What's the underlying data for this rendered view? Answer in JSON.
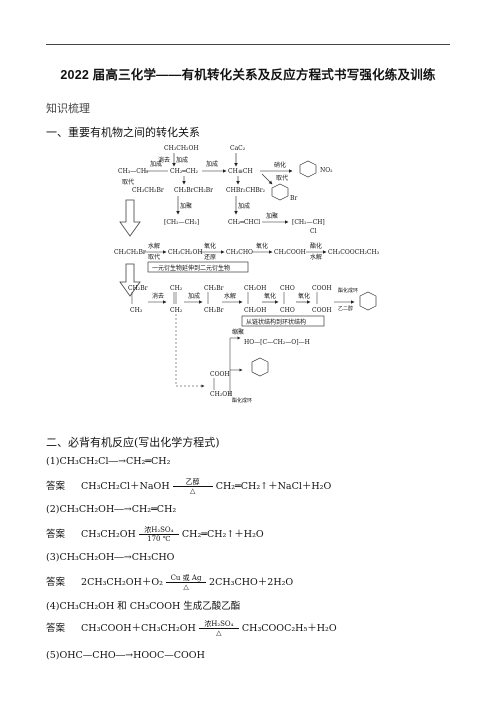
{
  "title": "2022 届高三化学——有机转化关系及反应方程式书写强化练及训练",
  "section_knowledge": "知识梳理",
  "section_one": "一、重要有机物之间的转化关系",
  "section_two": "二、必背有机反应(写出化学方程式)",
  "diagram": {
    "row1": {
      "ch3ch2oh_top": "CH₃CH₂OH",
      "cac2": "CaC₂",
      "ch3ch3": "CH₃—CH₃",
      "ch2ch2": "CH₂═CH₂",
      "chch": "CH≡CH",
      "ch3ch2br": "CH₃CH₂Br",
      "ch2brch2br": "CH₂BrCH₂Br",
      "chbr2chbr2": "CHBr₂CHBr₂",
      "xiaoqu": "消去",
      "jiacheng": "加成",
      "qudai": "取代",
      "nitro": "NO₂",
      "br": "Br"
    },
    "row2": {
      "pe": "[CH₂—CH₂]",
      "ch2chcl": "CH₂═CHCl",
      "jiaju": "加聚",
      "pvc": "[CH₂—CH]",
      "cl": "Cl"
    },
    "row3": {
      "ch3ch2br": "CH₃CH₂Br",
      "ch3ch2oh": "CH₃CH₂OH",
      "ch3cho": "CH₃CHO",
      "ch3cooh": "CH₃COOH",
      "ester": "CH₃COOCH₂CH₃",
      "shuijie": "水解",
      "qudai": "取代",
      "yanghua": "氧化",
      "huanyuan": "还原",
      "zhihua": "酯化",
      "box": "一元衍生物延伸到二元衍生物"
    },
    "row4": {
      "box": "从链状结构到环状结构",
      "zhihua_chenghuan": "酯化成环",
      "eryuanchun": "乙二醇"
    },
    "row5": {
      "cooh": "COOH",
      "ch2oh": "CH₂OH",
      "suoju": "缩聚",
      "zhihua_chenghuan": "酯化成环"
    }
  },
  "reactions": [
    {
      "q": "(1)CH₃CH₂Cl―→CH₂═CH₂",
      "label": "答案",
      "a_left": "CH₃CH₂Cl＋NaOH",
      "cond_top": "乙醇",
      "cond_bot": "△",
      "a_right": "CH₂═CH₂↑＋NaCl＋H₂O"
    },
    {
      "q": "(2)CH₃CH₂OH―→CH₂═CH₂",
      "label": "答案",
      "a_left": "CH₃CH₂OH",
      "cond_top": "浓H₂SO₄",
      "cond_bot": "170 ℃",
      "a_right": "CH₂═CH₂↑＋H₂O"
    },
    {
      "q": "(3)CH₃CH₂OH―→CH₃CHO",
      "label": "答案",
      "a_left": "2CH₃CH₂OH＋O₂",
      "cond_top": "Cu 或 Ag",
      "cond_bot": "△",
      "a_right": "2CH₃CHO＋2H₂O"
    },
    {
      "q": "(4)CH₃CH₂OH 和 CH₃COOH 生成乙酸乙酯",
      "label": "答案",
      "a_left": "CH₃COOH＋CH₃CH₂OH",
      "cond_top": "浓H₂SO₄",
      "cond_bot": "△",
      "a_right": "CH₃COOC₂H₅＋H₂O"
    },
    {
      "q": "(5)OHC—CHO―→HOOC—COOH",
      "label": "",
      "a_left": "",
      "cond_top": "",
      "cond_bot": "",
      "a_right": ""
    }
  ]
}
